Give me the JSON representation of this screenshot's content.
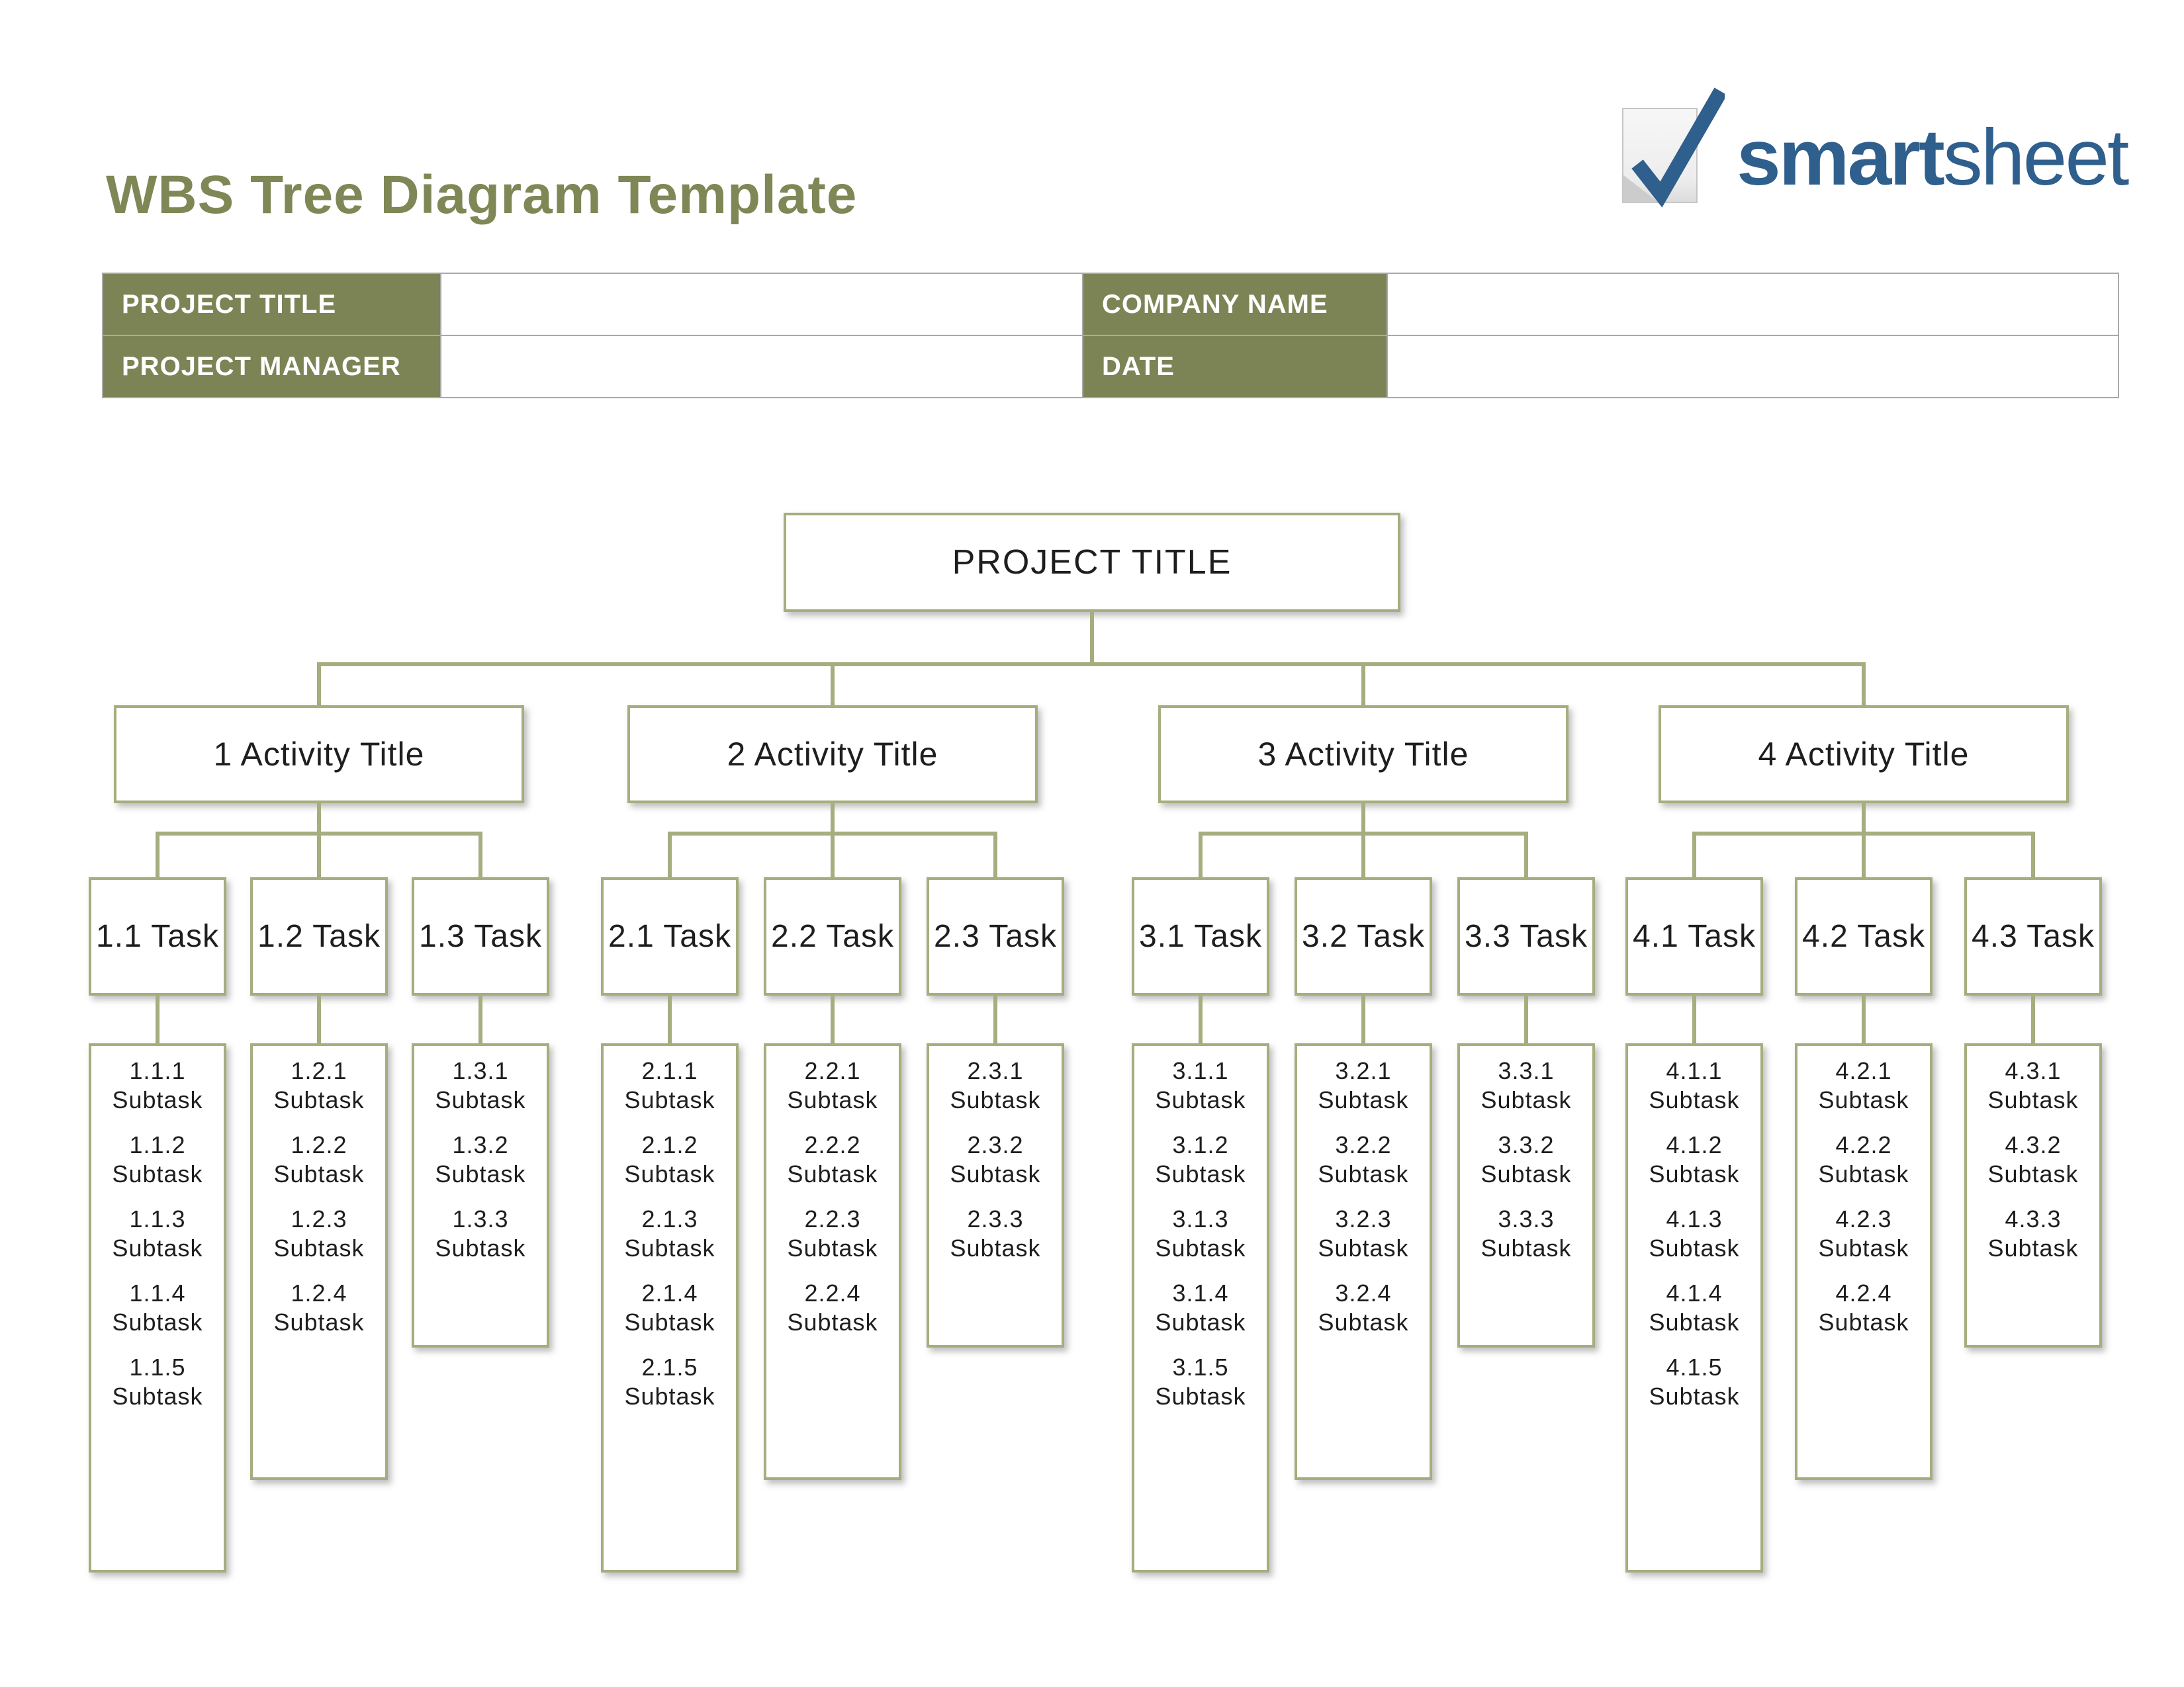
{
  "page": {
    "title": "WBS Tree Diagram Template"
  },
  "logo": {
    "brand_bold": "smart",
    "brand_light": "sheet"
  },
  "colors": {
    "olive_header": "#7C8456",
    "olive_title": "#7F8756",
    "tree_line": "#A6AD7E",
    "logo_blue": "#2F5F8C",
    "table_border": "#A9A9A9"
  },
  "info_table": {
    "rows": [
      {
        "cells": [
          {
            "type": "label",
            "text": "PROJECT TITLE"
          },
          {
            "type": "value",
            "text": ""
          },
          {
            "type": "label",
            "text": "COMPANY NAME"
          },
          {
            "type": "value",
            "text": ""
          }
        ]
      },
      {
        "cells": [
          {
            "type": "label",
            "text": "PROJECT MANAGER"
          },
          {
            "type": "value",
            "text": ""
          },
          {
            "type": "label",
            "text": "DATE"
          },
          {
            "type": "value",
            "text": ""
          }
        ]
      }
    ]
  },
  "tree": {
    "root": "PROJECT TITLE",
    "activities": [
      {
        "label": "1 Activity Title",
        "tasks": [
          {
            "label": "1.1 Task",
            "subtasks": [
              {
                "id": "1.1.1",
                "label": "Subtask"
              },
              {
                "id": "1.1.2",
                "label": "Subtask"
              },
              {
                "id": "1.1.3",
                "label": "Subtask"
              },
              {
                "id": "1.1.4",
                "label": "Subtask"
              },
              {
                "id": "1.1.5",
                "label": "Subtask"
              }
            ]
          },
          {
            "label": "1.2 Task",
            "subtasks": [
              {
                "id": "1.2.1",
                "label": "Subtask"
              },
              {
                "id": "1.2.2",
                "label": "Subtask"
              },
              {
                "id": "1.2.3",
                "label": "Subtask"
              },
              {
                "id": "1.2.4",
                "label": "Subtask"
              }
            ]
          },
          {
            "label": "1.3 Task",
            "subtasks": [
              {
                "id": "1.3.1",
                "label": "Subtask"
              },
              {
                "id": "1.3.2",
                "label": "Subtask"
              },
              {
                "id": "1.3.3",
                "label": "Subtask"
              }
            ]
          }
        ]
      },
      {
        "label": "2 Activity Title",
        "tasks": [
          {
            "label": "2.1 Task",
            "subtasks": [
              {
                "id": "2.1.1",
                "label": "Subtask"
              },
              {
                "id": "2.1.2",
                "label": "Subtask"
              },
              {
                "id": "2.1.3",
                "label": "Subtask"
              },
              {
                "id": "2.1.4",
                "label": "Subtask"
              },
              {
                "id": "2.1.5",
                "label": "Subtask"
              }
            ]
          },
          {
            "label": "2.2 Task",
            "subtasks": [
              {
                "id": "2.2.1",
                "label": "Subtask"
              },
              {
                "id": "2.2.2",
                "label": "Subtask"
              },
              {
                "id": "2.2.3",
                "label": "Subtask"
              },
              {
                "id": "2.2.4",
                "label": "Subtask"
              }
            ]
          },
          {
            "label": "2.3 Task",
            "subtasks": [
              {
                "id": "2.3.1",
                "label": "Subtask"
              },
              {
                "id": "2.3.2",
                "label": "Subtask"
              },
              {
                "id": "2.3.3",
                "label": "Subtask"
              }
            ]
          }
        ]
      },
      {
        "label": "3 Activity Title",
        "tasks": [
          {
            "label": "3.1 Task",
            "subtasks": [
              {
                "id": "3.1.1",
                "label": "Subtask"
              },
              {
                "id": "3.1.2",
                "label": "Subtask"
              },
              {
                "id": "3.1.3",
                "label": "Subtask"
              },
              {
                "id": "3.1.4",
                "label": "Subtask"
              },
              {
                "id": "3.1.5",
                "label": "Subtask"
              }
            ]
          },
          {
            "label": "3.2 Task",
            "subtasks": [
              {
                "id": "3.2.1",
                "label": "Subtask"
              },
              {
                "id": "3.2.2",
                "label": "Subtask"
              },
              {
                "id": "3.2.3",
                "label": "Subtask"
              },
              {
                "id": "3.2.4",
                "label": "Subtask"
              }
            ]
          },
          {
            "label": "3.3 Task",
            "subtasks": [
              {
                "id": "3.3.1",
                "label": "Subtask"
              },
              {
                "id": "3.3.2",
                "label": "Subtask"
              },
              {
                "id": "3.3.3",
                "label": "Subtask"
              }
            ]
          }
        ]
      },
      {
        "label": "4 Activity Title",
        "tasks": [
          {
            "label": "4.1 Task",
            "subtasks": [
              {
                "id": "4.1.1",
                "label": "Subtask"
              },
              {
                "id": "4.1.2",
                "label": "Subtask"
              },
              {
                "id": "4.1.3",
                "label": "Subtask"
              },
              {
                "id": "4.1.4",
                "label": "Subtask"
              },
              {
                "id": "4.1.5",
                "label": "Subtask"
              }
            ]
          },
          {
            "label": "4.2 Task",
            "subtasks": [
              {
                "id": "4.2.1",
                "label": "Subtask"
              },
              {
                "id": "4.2.2",
                "label": "Subtask"
              },
              {
                "id": "4.2.3",
                "label": "Subtask"
              },
              {
                "id": "4.2.4",
                "label": "Subtask"
              }
            ]
          },
          {
            "label": "4.3 Task",
            "subtasks": [
              {
                "id": "4.3.1",
                "label": "Subtask"
              },
              {
                "id": "4.3.2",
                "label": "Subtask"
              },
              {
                "id": "4.3.3",
                "label": "Subtask"
              }
            ]
          }
        ]
      }
    ]
  }
}
